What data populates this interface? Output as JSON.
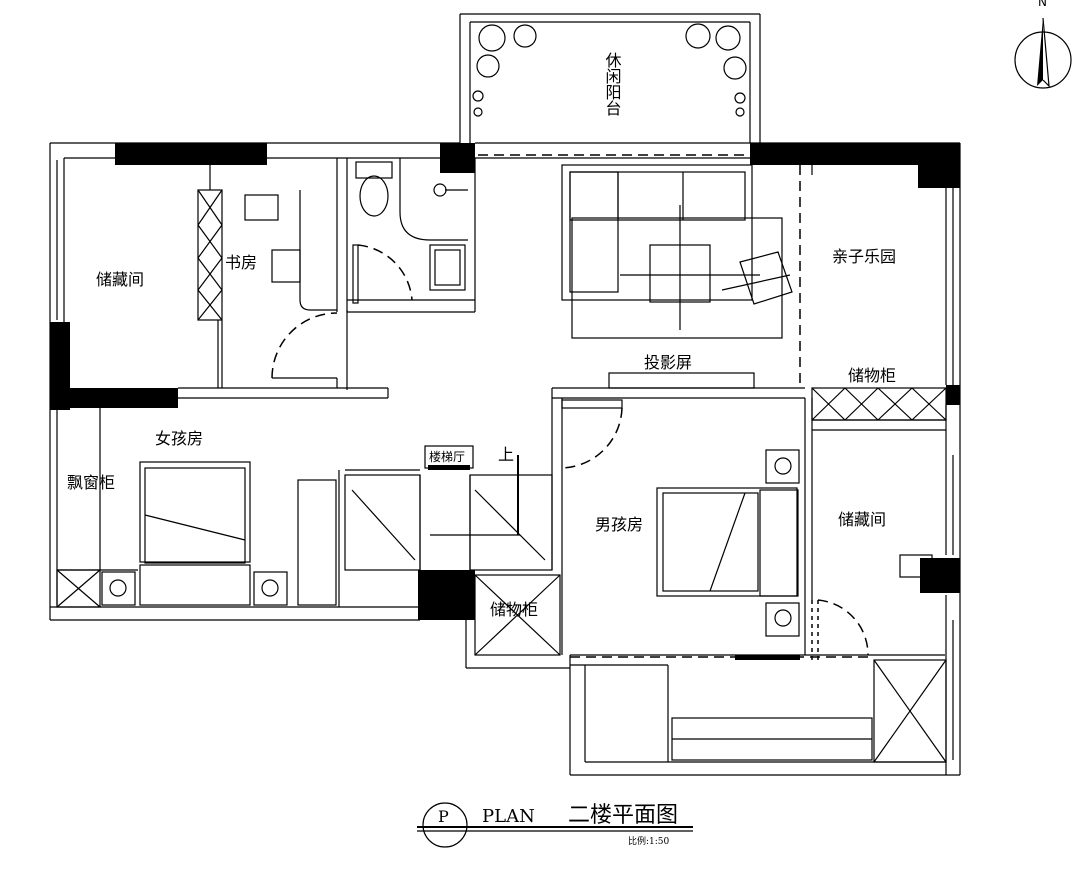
{
  "compass": {
    "north_label": "N"
  },
  "rooms": {
    "balcony": "休闲阳台",
    "storage_west": "储藏间",
    "study": "书房",
    "kids_park": "亲子乐园",
    "projection_screen": "投影屏",
    "storage_cabinet_east": "储物柜",
    "girls_room": "女孩房",
    "bay_window_cabinet": "飘窗柜",
    "stair_hall": "楼梯厅",
    "stair_up": "上",
    "boys_room": "男孩房",
    "storage_east": "储藏间",
    "storage_cabinet_south": "储物柜"
  },
  "title_block": {
    "symbol": "P",
    "plan_word": "PLAN",
    "title": "二楼平面图",
    "scale": "比例:1:50"
  }
}
